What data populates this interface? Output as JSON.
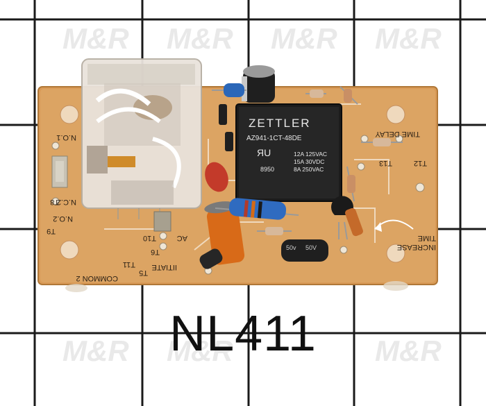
{
  "caption": "NL411",
  "watermark": "M&R",
  "relay_brand": "ZETTLER",
  "relay_model": "AZ941-1CT-48DE",
  "relay_ratings": [
    "12A 125VAC",
    "15A 30VDC",
    "8A 250VAC"
  ],
  "relay_code": "8950",
  "board_labels": {
    "time_delay": "TIME DELAY",
    "time_increase": "TIME INCREASE",
    "t12": "T12",
    "t13": "T13",
    "no1": "N.O.1",
    "no2": "N.O.2",
    "nc2": "N.C.2",
    "t8": "T8",
    "t9": "T9",
    "t10": "T10",
    "t11": "T11",
    "t5": "T5",
    "t6": "T6",
    "ac": "AC",
    "initiate": "IITIATE",
    "common2": "COMMON 2"
  },
  "colors": {
    "pcb": "#d99a56",
    "grid": "#1a1a1a",
    "relay": "#1c1c1c",
    "capacitor": "#d86a18"
  }
}
